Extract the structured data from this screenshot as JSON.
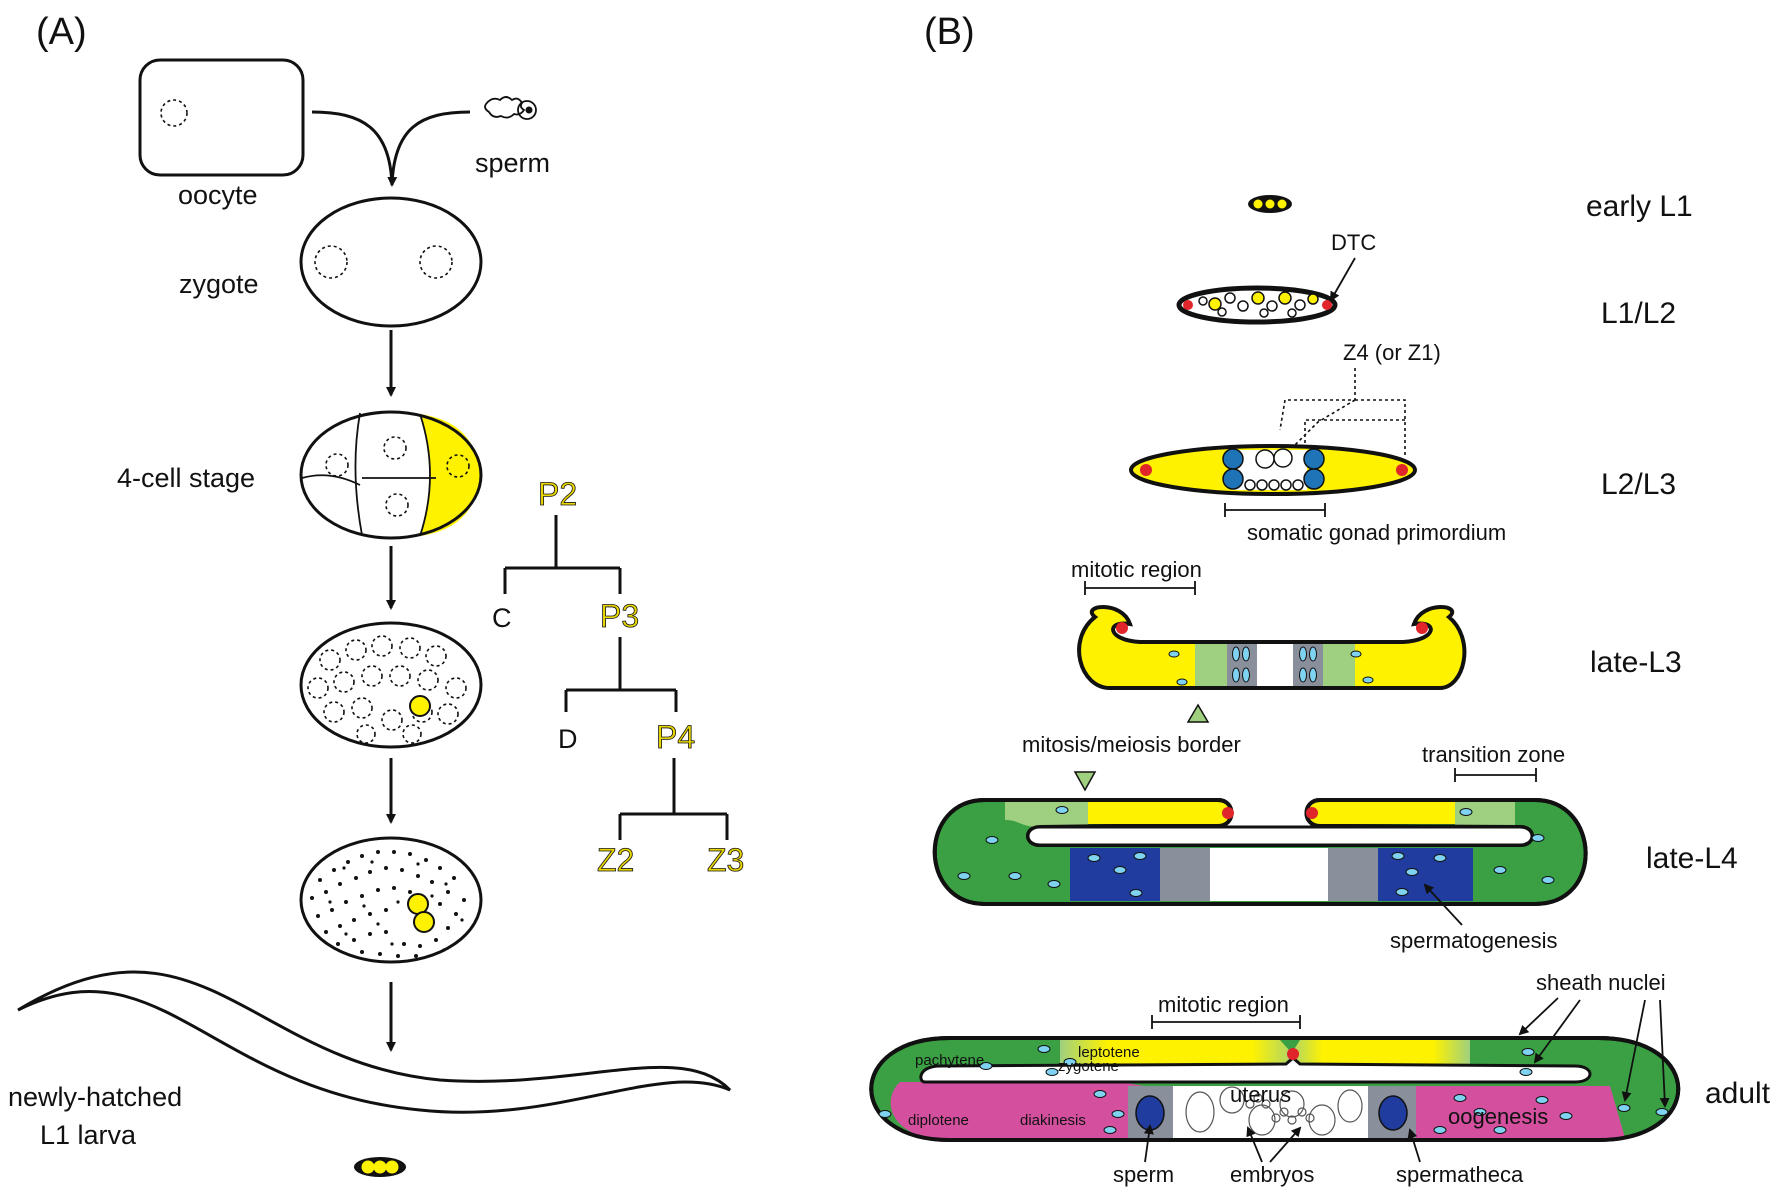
{
  "panel_a": {
    "label": "(A)",
    "oocyte": "oocyte",
    "sperm": "sperm",
    "zygote": "zygote",
    "four_cell": "4-cell stage",
    "larva_line1": "newly-hatched",
    "larva_line2": "L1 larva",
    "lineage": {
      "p2": "P2",
      "c": "C",
      "p3": "P3",
      "d": "D",
      "p4": "P4",
      "z2": "Z2",
      "z3": "Z3"
    }
  },
  "panel_b": {
    "label": "(B)",
    "stages": {
      "early_l1": "early L1",
      "l1_l2": "L1/L2",
      "l2_l3": "L2/L3",
      "late_l3": "late-L3",
      "late_l4": "late-L4",
      "adult": "adult"
    },
    "annotations": {
      "dtc": "DTC",
      "z4": "Z4 (or Z1)",
      "somatic": "somatic gonad primordium",
      "mitotic_region": "mitotic region",
      "mm_border": "mitosis/meiosis border",
      "transition_zone": "transition zone",
      "spermatogenesis": "spermatogenesis",
      "mitotic_region_adult": "mitotic region",
      "sheath_nuclei": "sheath nuclei",
      "pachytene": "pachytene",
      "leptotene": "leptotene",
      "zygotene": "zygotene",
      "diplotene": "diplotene",
      "diakinesis": "diakinesis",
      "uterus": "uterus",
      "oogenesis": "oogenesis",
      "sperm": "sperm",
      "embryos": "embryos",
      "spermatheca": "spermatheca"
    }
  },
  "colors": {
    "germline_yellow": "#fff200",
    "green_dark": "#3aa043",
    "green_light": "#9fd07f",
    "blue_dark": "#1f3c9e",
    "blue_nucleus": "#1f74b8",
    "pale_blue": "#7fd3f0",
    "gray": "#8a8f9c",
    "magenta": "#d4509f",
    "red_dtc": "#e0252b"
  }
}
